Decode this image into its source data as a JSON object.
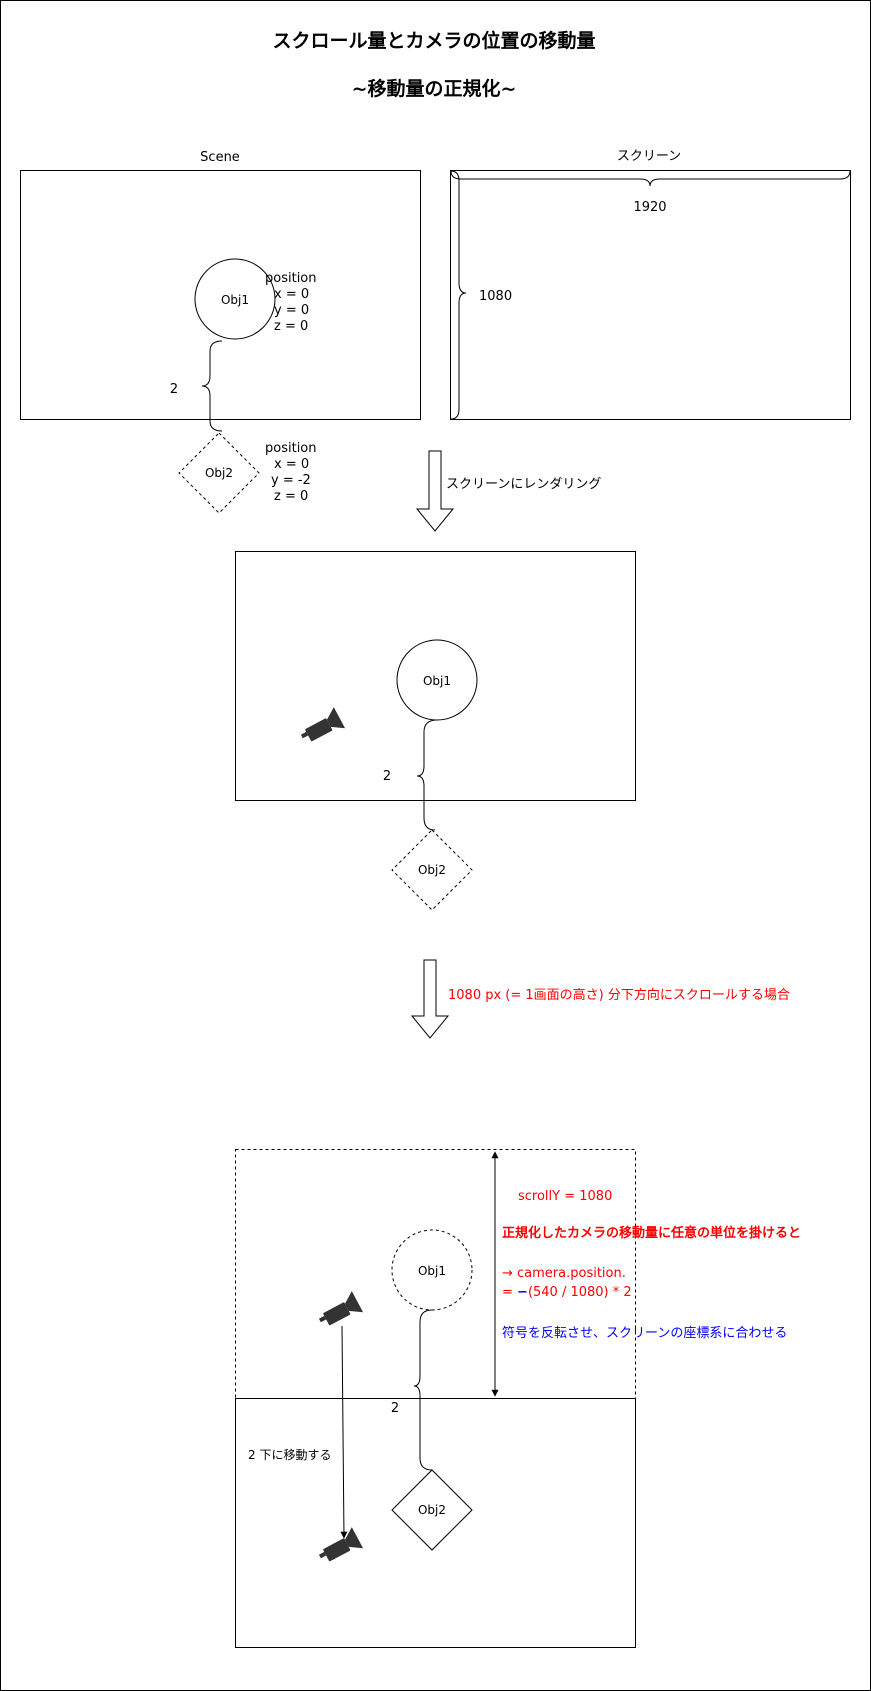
{
  "title": "スクロール量とカメラの位置の移動量",
  "subtitle": "~移動量の正規化~",
  "scene": {
    "label": "Scene",
    "obj1": "Obj1",
    "obj2": "Obj2",
    "distance": "2",
    "obj1_position": [
      "position",
      "x = 0",
      "y = 0",
      "z = 0"
    ],
    "obj2_position": [
      "position",
      "x = 0",
      "y = -2",
      "z = 0"
    ]
  },
  "screen": {
    "label": "スクリーン",
    "width": "1920",
    "height": "1080"
  },
  "arrow1_label": "スクリーンにレンダリング",
  "render": {
    "obj1": "Obj1",
    "obj2": "Obj2",
    "distance": "2"
  },
  "arrow2_label": "1080 px (= 1画面の高さ) 分下方向にスクロールする場合",
  "scroll": {
    "obj1": "Obj1",
    "obj2": "Obj2",
    "distance": "2",
    "move_label": "2 下に移動する",
    "scroll_y": "scrollY = 1080",
    "normalize_label": "正規化したカメラの移動量に任意の単位を掛けると",
    "formula_1": "→ camera.position.",
    "formula_eq": " = ",
    "formula_sign": "−",
    "formula_rest": "(540 / 1080) * 2",
    "sign_note": "符号を反転させ、スクリーンの座標系に合わせる"
  },
  "colors": {
    "red": "#ff0000",
    "blue": "#0000ff",
    "camera": "#333333"
  },
  "icons": [
    "camera-icon",
    "arrow-down-icon"
  ]
}
